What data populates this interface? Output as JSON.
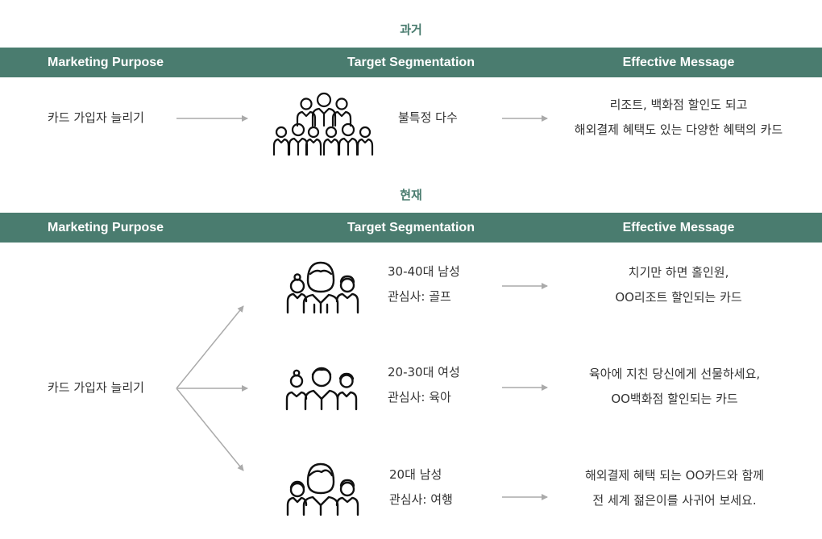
{
  "colors": {
    "accent": "#4a7c6f",
    "text": "#333333",
    "arrow": "#aaaaaa"
  },
  "headers": {
    "purpose": "Marketing Purpose",
    "segmentation": "Target Segmentation",
    "message": "Effective Message"
  },
  "past": {
    "title": "과거",
    "purpose": "카드 가입자 늘리기",
    "segment": "불특정 다수",
    "icon": "crowd-icon",
    "message": [
      "리조트, 백화점 할인도 되고",
      "해외결제 혜택도 있는 다양한 혜택의 카드"
    ]
  },
  "present": {
    "title": "현재",
    "purpose": "카드 가입자 늘리기",
    "segments": [
      {
        "icon": "group-icon",
        "line1": "30-40대 남성",
        "line2": "관심사: 골프",
        "message": [
          "치기만 하면 홀인원,",
          "OO리조트 할인되는 카드"
        ]
      },
      {
        "icon": "group-icon",
        "line1": "20-30대 여성",
        "line2": "관심사: 육아",
        "message": [
          "육아에 지친 당신에게 선물하세요,",
          "OO백화점 할인되는 카드"
        ]
      },
      {
        "icon": "group-icon",
        "line1": "20대 남성",
        "line2": "관심사: 여행",
        "message": [
          "해외결제 혜택 되는 OO카드와 함께",
          "전 세계 젊은이를 사귀어 보세요."
        ]
      }
    ]
  }
}
